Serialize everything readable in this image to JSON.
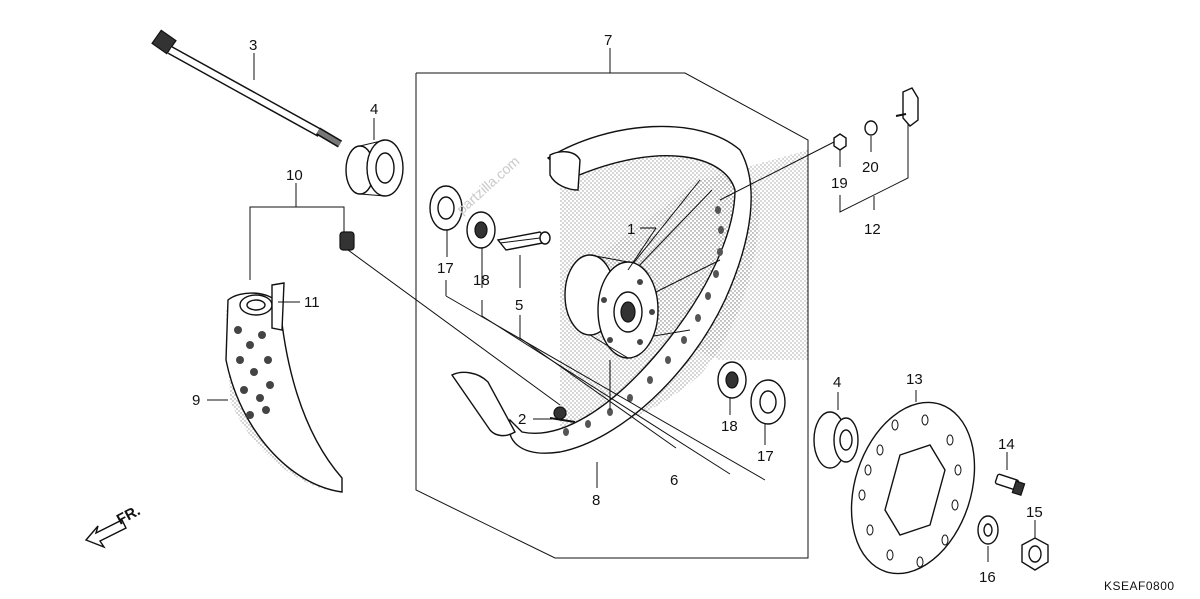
{
  "diagram": {
    "drawing_code": "KSEAF0800",
    "watermark": "partzilla.com",
    "direction_marker": "FR.",
    "callouts": {
      "c1": "1",
      "c2": "2",
      "c3": "3",
      "c4a": "4",
      "c4b": "4",
      "c5": "5",
      "c6": "6",
      "c7": "7",
      "c8": "8",
      "c9": "9",
      "c10": "10",
      "c11": "11",
      "c12": "12",
      "c13": "13",
      "c14": "14",
      "c15": "15",
      "c16": "16",
      "c17a": "17",
      "c17b": "17",
      "c18a": "18",
      "c18b": "18",
      "c19": "19",
      "c20": "20"
    }
  }
}
